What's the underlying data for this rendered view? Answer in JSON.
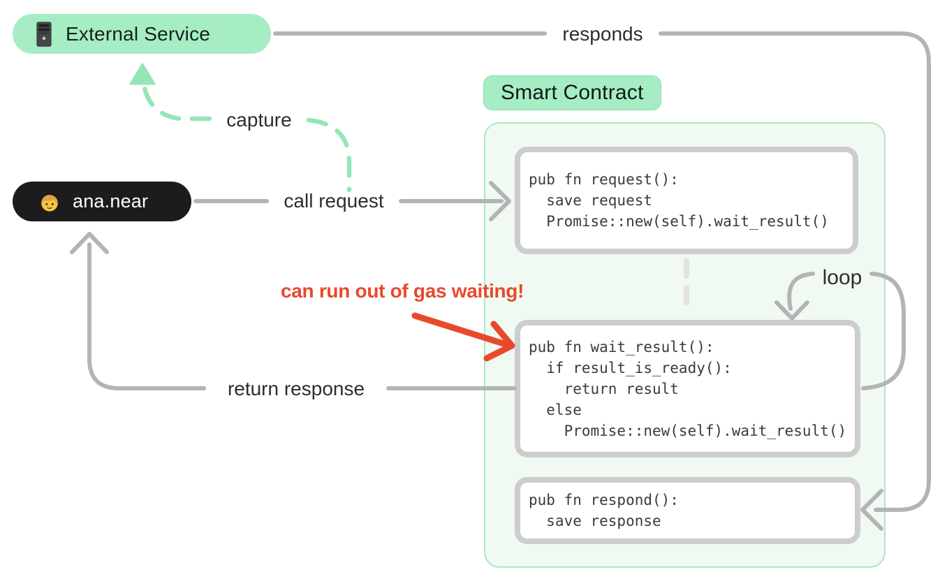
{
  "diagram": {
    "external_service": {
      "label": "External Service",
      "icon": "server-icon"
    },
    "user": {
      "label": "ana.near",
      "icon": "person-icon"
    },
    "contract": {
      "title": "Smart Contract",
      "boxes": [
        {
          "id": "request",
          "code": [
            "pub fn request():",
            "  save request",
            "  Promise::new(self).wait_result()"
          ]
        },
        {
          "id": "wait_result",
          "code": [
            "pub fn wait_result():",
            "  if result_is_ready():",
            "    return result",
            "  else",
            "    Promise::new(self).wait_result()"
          ]
        },
        {
          "id": "respond",
          "code": [
            "pub fn respond():",
            "  save response"
          ]
        }
      ]
    },
    "labels": {
      "responds": "responds",
      "capture": "capture",
      "call_request": "call request",
      "return_response": "return response",
      "loop": "loop"
    },
    "warning": "can run out of gas waiting!",
    "colors": {
      "green_pill": "#a6edc3",
      "container_bg": "#f0faf3",
      "container_border": "#abe7c3",
      "code_box_border": "#cdcdcd",
      "code_text": "#3b3b3b",
      "line_gray": "#b4b4b4",
      "connector_dash": "#e3e3e3",
      "capture_dash_green": "#94e6b5",
      "warning_red": "#e8492c",
      "user_pill_bg": "#1c1c1e",
      "label_text": "#2d2d2d"
    }
  }
}
